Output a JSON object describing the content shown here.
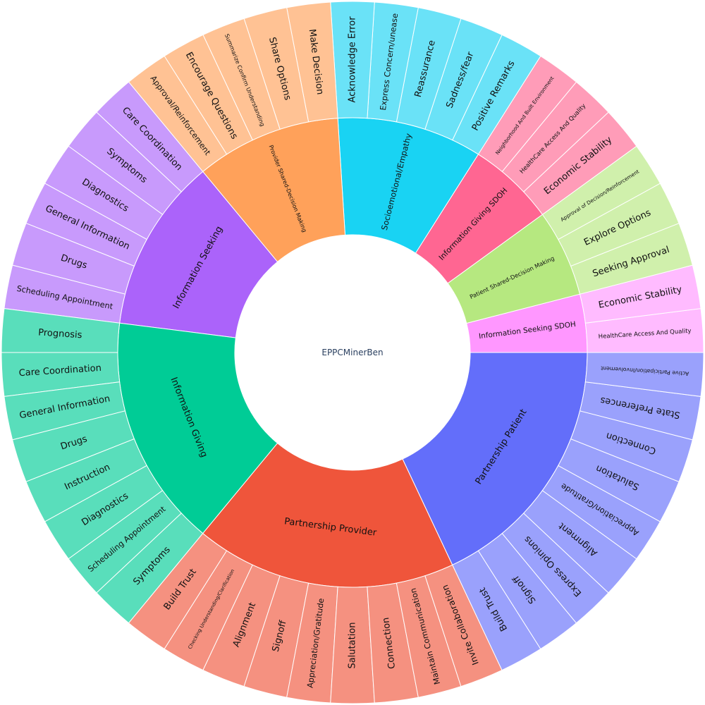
{
  "chart_data": {
    "type": "sunburst",
    "center_label": "EPPCMinerBen",
    "categories": [
      {
        "name": "Information Seeking SDOH",
        "color": "#ff97ff",
        "children": [
          {
            "name": "HealthCare Access And Quality",
            "value": 1
          },
          {
            "name": "Economic Stability",
            "value": 1
          }
        ]
      },
      {
        "name": "Patient Shared-Decision Making",
        "color": "#b6e880",
        "children": [
          {
            "name": "Seeking Approval",
            "value": 1
          },
          {
            "name": "Explore Options",
            "value": 1
          },
          {
            "name": "Approval of Decision/Reinforcement",
            "value": 1
          }
        ]
      },
      {
        "name": "Information Giving SDOH",
        "color": "#ff6692",
        "children": [
          {
            "name": "Economic Stability",
            "value": 1
          },
          {
            "name": "HealthCare Access And Quality",
            "value": 1
          },
          {
            "name": "Neighborhood And Built Environment",
            "value": 1
          }
        ]
      },
      {
        "name": "Socioemotional/Empathy",
        "color": "#19d3f3",
        "children": [
          {
            "name": "Positive Remarks",
            "value": 1
          },
          {
            "name": "Sadness/fear",
            "value": 1
          },
          {
            "name": "Reassurance",
            "value": 1
          },
          {
            "name": "Express Concern/unease",
            "value": 1
          },
          {
            "name": "Acknowledge Error",
            "value": 1
          }
        ]
      },
      {
        "name": "Provider Shared-Decision Making",
        "color": "#ffa15a",
        "children": [
          {
            "name": "Make Decision",
            "value": 1
          },
          {
            "name": "Share Options",
            "value": 1
          },
          {
            "name": "Summarize Confirm Understanding",
            "value": 1
          },
          {
            "name": "Encourage Questions",
            "value": 1
          },
          {
            "name": "Approval/Reinforcement",
            "value": 1
          }
        ]
      },
      {
        "name": "Information Seeking",
        "color": "#ab63fa",
        "children": [
          {
            "name": "Care Coordination",
            "value": 1
          },
          {
            "name": "Symptoms",
            "value": 1
          },
          {
            "name": "Diagnostics",
            "value": 1
          },
          {
            "name": "General Information",
            "value": 1
          },
          {
            "name": "Drugs",
            "value": 1
          },
          {
            "name": "Scheduling Appointment",
            "value": 1
          }
        ]
      },
      {
        "name": "Information Giving",
        "color": "#00cc96",
        "children": [
          {
            "name": "Prognosis",
            "value": 1
          },
          {
            "name": "Care Coordination",
            "value": 1
          },
          {
            "name": "General Information",
            "value": 1
          },
          {
            "name": "Drugs",
            "value": 1
          },
          {
            "name": "Instruction",
            "value": 1
          },
          {
            "name": "Diagnostics",
            "value": 1
          },
          {
            "name": "Scheduling Appointment",
            "value": 1
          },
          {
            "name": "Symptoms",
            "value": 1
          }
        ]
      },
      {
        "name": "Partnership Provider",
        "color": "#ef553b",
        "children": [
          {
            "name": "Build Trust",
            "value": 1
          },
          {
            "name": "Checking Understanding/Clarification",
            "value": 1
          },
          {
            "name": "Alignment",
            "value": 1
          },
          {
            "name": "Signoff",
            "value": 1
          },
          {
            "name": "Appreciation/Gratitude",
            "value": 1
          },
          {
            "name": "Salutation",
            "value": 1
          },
          {
            "name": "Connection",
            "value": 1
          },
          {
            "name": "Maintain Communication",
            "value": 1
          },
          {
            "name": "Invite Collaboration",
            "value": 1
          }
        ]
      },
      {
        "name": "Partnership Patient",
        "color": "#636efa",
        "children": [
          {
            "name": "Build Trust",
            "value": 1
          },
          {
            "name": "Signoff",
            "value": 1
          },
          {
            "name": "Express Opinions",
            "value": 1
          },
          {
            "name": "Alignment",
            "value": 1
          },
          {
            "name": "Appreciation/Gratitude",
            "value": 1
          },
          {
            "name": "Salutation",
            "value": 1
          },
          {
            "name": "Connection",
            "value": 1
          },
          {
            "name": "State Preferences",
            "value": 1
          },
          {
            "name": "Active Participation/Involvement",
            "value": 1
          }
        ]
      }
    ]
  }
}
